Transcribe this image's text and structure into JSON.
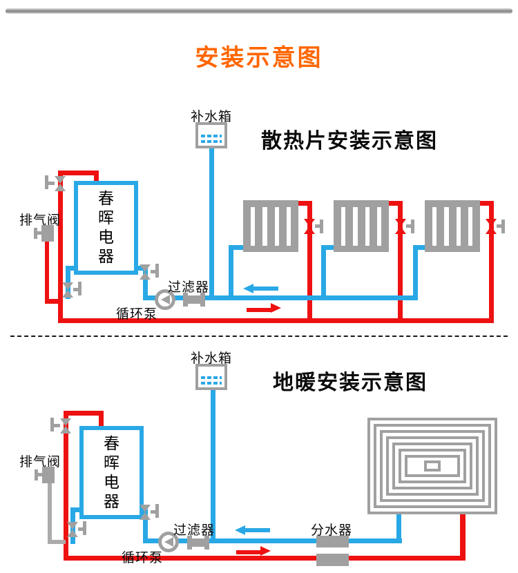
{
  "title": "安装示意图",
  "colors": {
    "hot": "#ee1111",
    "cold": "#29a8e6",
    "gray": "#a0a0a0",
    "orange": "#ff6600",
    "ink": "#111111"
  },
  "radiator_diagram": {
    "title": "散热片安装示意图",
    "tank_label": "补水箱",
    "air_vent_label": "排气阀",
    "boiler_label": "春晖电器",
    "pump_label": "循环泵",
    "filter_label": "过滤器",
    "radiator_count": 3
  },
  "floor_heating_diagram": {
    "title": "地暖安装示意图",
    "tank_label": "补水箱",
    "air_vent_label": "排气阀",
    "boiler_label": "春晖电器",
    "pump_label": "循环泵",
    "filter_label": "过滤器",
    "manifold_label": "分水器"
  }
}
